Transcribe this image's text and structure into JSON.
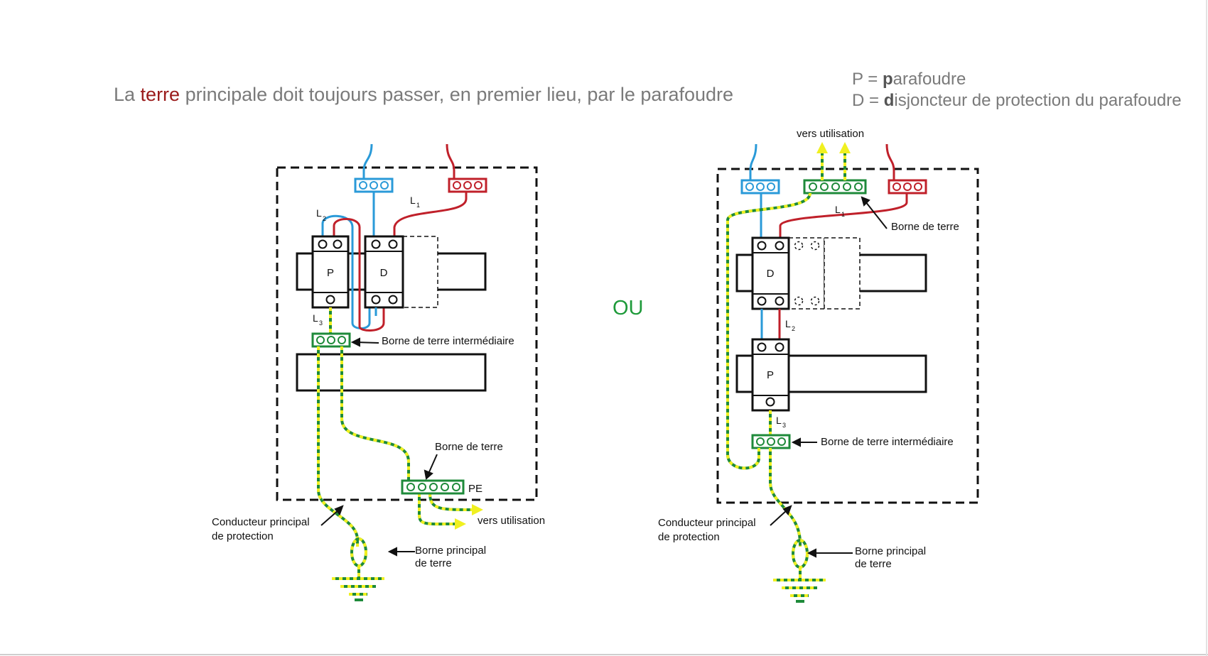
{
  "title": {
    "part1": "La ",
    "highlight": "terre",
    "part2": " principale doit toujours passer, en premier lieu, par le parafoudre"
  },
  "legend": {
    "p_prefix": "P = ",
    "p_bold": "p",
    "p_rest": "arafoudre",
    "d_prefix": "D = ",
    "d_bold": "d",
    "d_rest": "isjoncteur de protection du parafoudre"
  },
  "separator": "OU",
  "left_diagram": {
    "p_label": "P",
    "d_label": "D",
    "l1": "L",
    "l1_sub": "1",
    "l2": "L",
    "l2_sub": "2",
    "l3": "L",
    "l3_sub": "3",
    "borne_intermediaire": "Borne de terre intermédiaire",
    "borne_terre": "Borne de terre",
    "pe": "PE",
    "vers_utilisation": "vers utilisation",
    "conducteur_line1": "Conducteur principal",
    "conducteur_line2": "de protection",
    "borne_principal_line1": "Borne principal",
    "borne_principal_line2": "de terre"
  },
  "right_diagram": {
    "vers_utilisation": "vers utilisation",
    "d_label": "D",
    "p_label": "P",
    "l1": "L",
    "l1_sub": "1",
    "l2": "L",
    "l2_sub": "2",
    "l3": "L",
    "l3_sub": "3",
    "borne_terre": "Borne de terre",
    "borne_intermediaire": "Borne de terre intermédiaire",
    "conducteur_line1": "Conducteur principal",
    "conducteur_line2": "de protection",
    "borne_principal_line1": "Borne principal",
    "borne_principal_line2": "de terre"
  },
  "colors": {
    "neutral": "#2a9ad8",
    "phase": "#c0202a",
    "earth_green": "#1e8a3a",
    "earth_yellow": "#f0f020"
  }
}
